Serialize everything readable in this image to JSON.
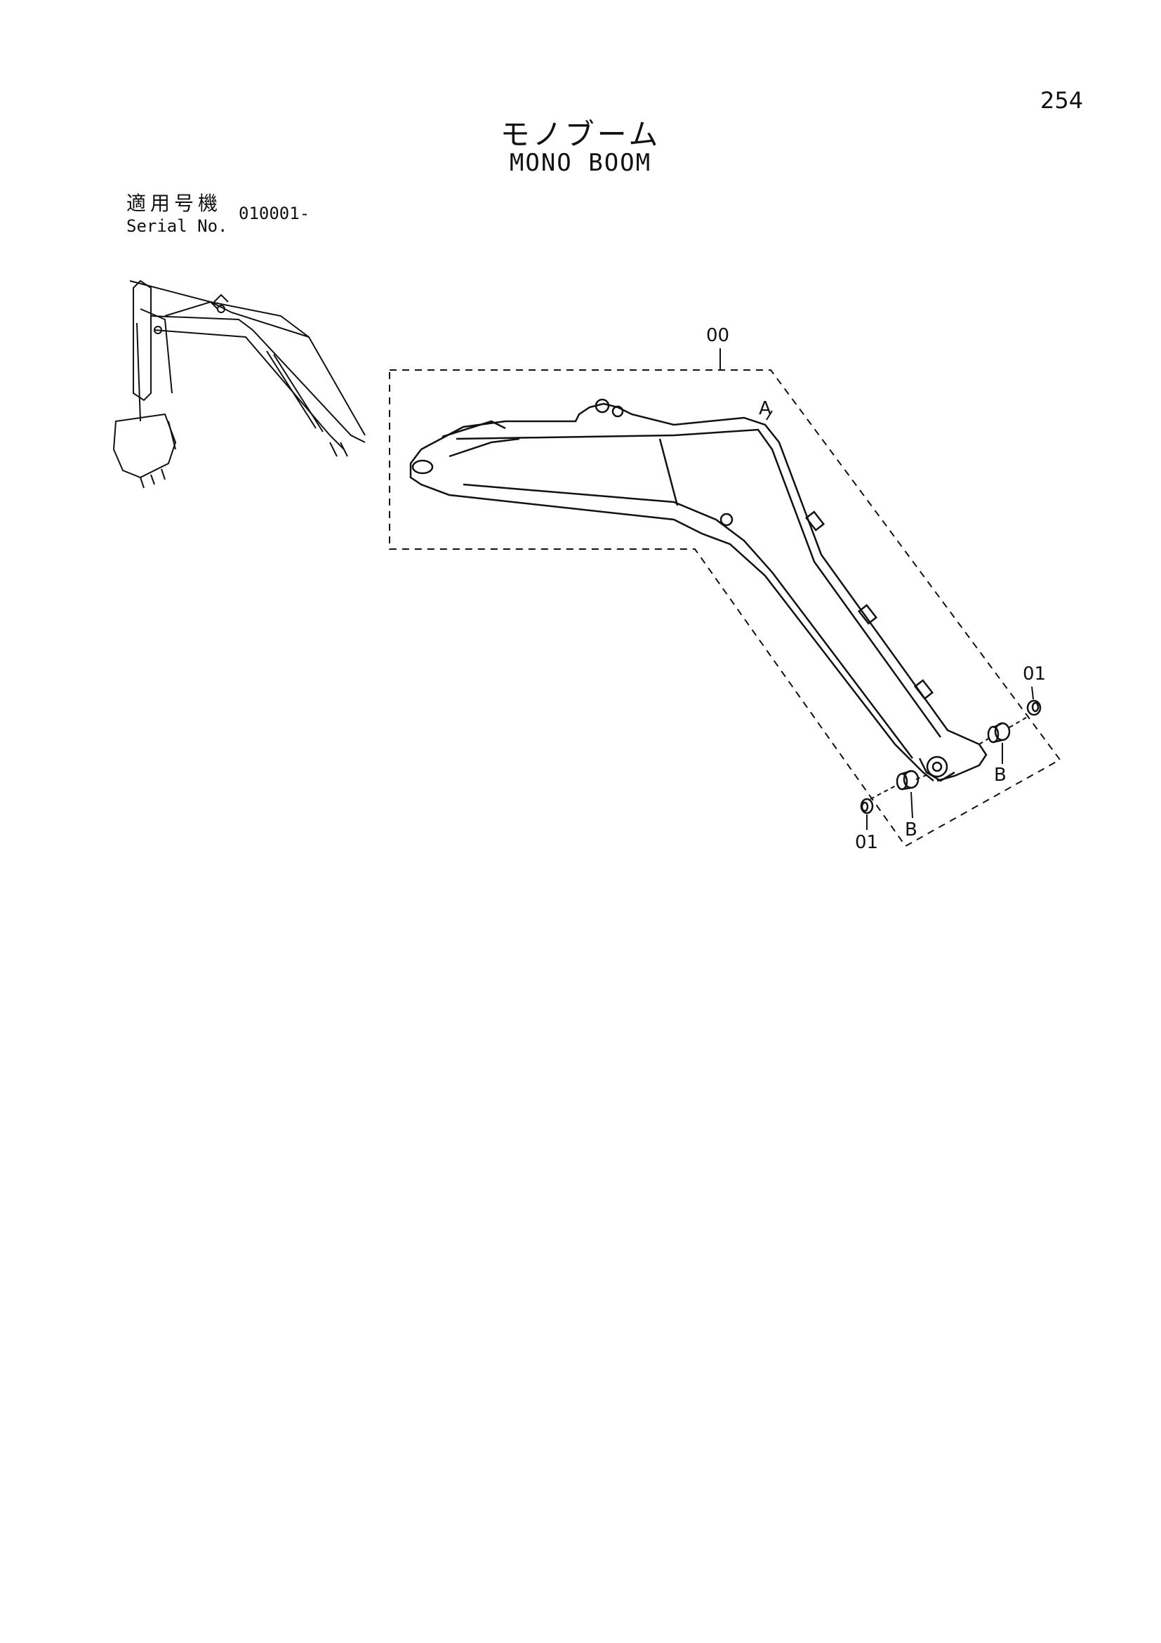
{
  "page_number": "254",
  "title_jp": "モノブーム",
  "title_en": "MONO BOOM",
  "serial": {
    "label_jp": "適用号機",
    "label_en": "Serial No.",
    "value": "010001-"
  },
  "callouts": {
    "assembly": "00",
    "boom": "A",
    "bushing_left": "B",
    "bushing_right": "B",
    "seal_left": "01",
    "seal_right": "01"
  }
}
